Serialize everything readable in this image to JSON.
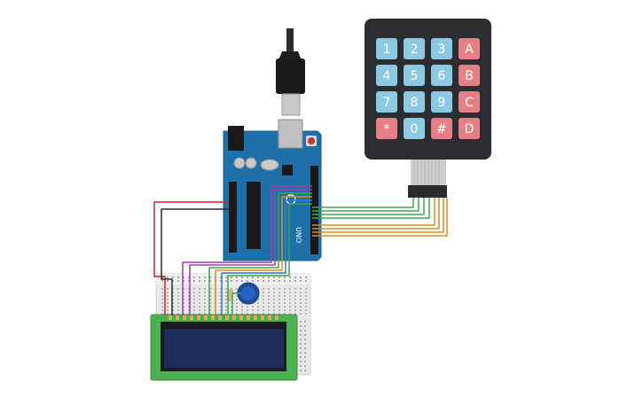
{
  "canvas": {
    "background": "#ffffff"
  },
  "keypad": {
    "rows": [
      [
        {
          "label": "1",
          "kind": "digit"
        },
        {
          "label": "2",
          "kind": "digit"
        },
        {
          "label": "3",
          "kind": "digit"
        },
        {
          "label": "A",
          "kind": "letter"
        }
      ],
      [
        {
          "label": "4",
          "kind": "digit"
        },
        {
          "label": "5",
          "kind": "digit"
        },
        {
          "label": "6",
          "kind": "digit"
        },
        {
          "label": "B",
          "kind": "letter"
        }
      ],
      [
        {
          "label": "7",
          "kind": "digit"
        },
        {
          "label": "8",
          "kind": "digit"
        },
        {
          "label": "9",
          "kind": "digit"
        },
        {
          "label": "C",
          "kind": "letter"
        }
      ],
      [
        {
          "label": "*",
          "kind": "symbol"
        },
        {
          "label": "0",
          "kind": "digit"
        },
        {
          "label": "#",
          "kind": "symbol"
        },
        {
          "label": "D",
          "kind": "letter"
        }
      ]
    ],
    "colors": {
      "digit": "#8ec9e3",
      "letter": "#e77f87",
      "symbol": "#e77f87",
      "body": "#2b2d31",
      "key_text": "#ffffff"
    }
  },
  "arduino": {
    "board_label": "UNO",
    "color": "#1f6fa8",
    "icons": [
      "usb-connector-icon",
      "power-jack-icon",
      "reset-button-icon",
      "microcontroller-chip-icon"
    ]
  },
  "lcd": {
    "screen_color": "#1e2d5a",
    "pcb_color": "#4caf50"
  },
  "breadboard": {
    "color": "#e8e8e8"
  },
  "wire_colors": {
    "red": "#d3202a",
    "black": "#2b2b2b",
    "purple": "#9b3fa8",
    "green": "#3aa84a",
    "orange": "#e08a1a",
    "blue": "#2f7bd6"
  }
}
